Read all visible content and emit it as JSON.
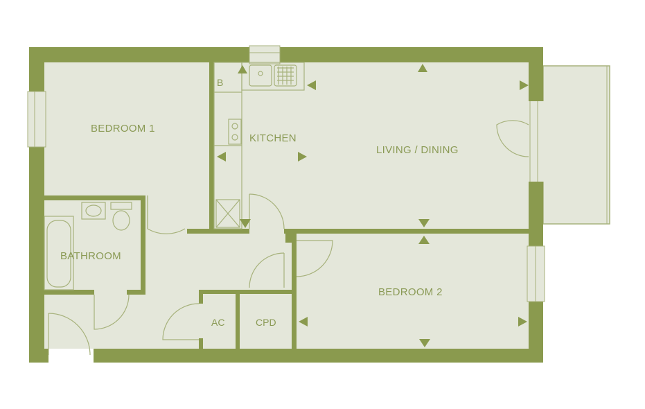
{
  "rooms": {
    "bedroom1": "BEDROOM 1",
    "kitchen": "KITCHEN",
    "living_dining": "LIVING / DINING",
    "bathroom": "BATHROOM",
    "bedroom2": "BEDROOM 2",
    "ac": "AC",
    "cpd": "CPD",
    "boiler": "B"
  },
  "colors": {
    "wall": "#8a9a4e",
    "floor": "#e4e7da",
    "line": "#a7b27c",
    "background": "#ffffff"
  }
}
